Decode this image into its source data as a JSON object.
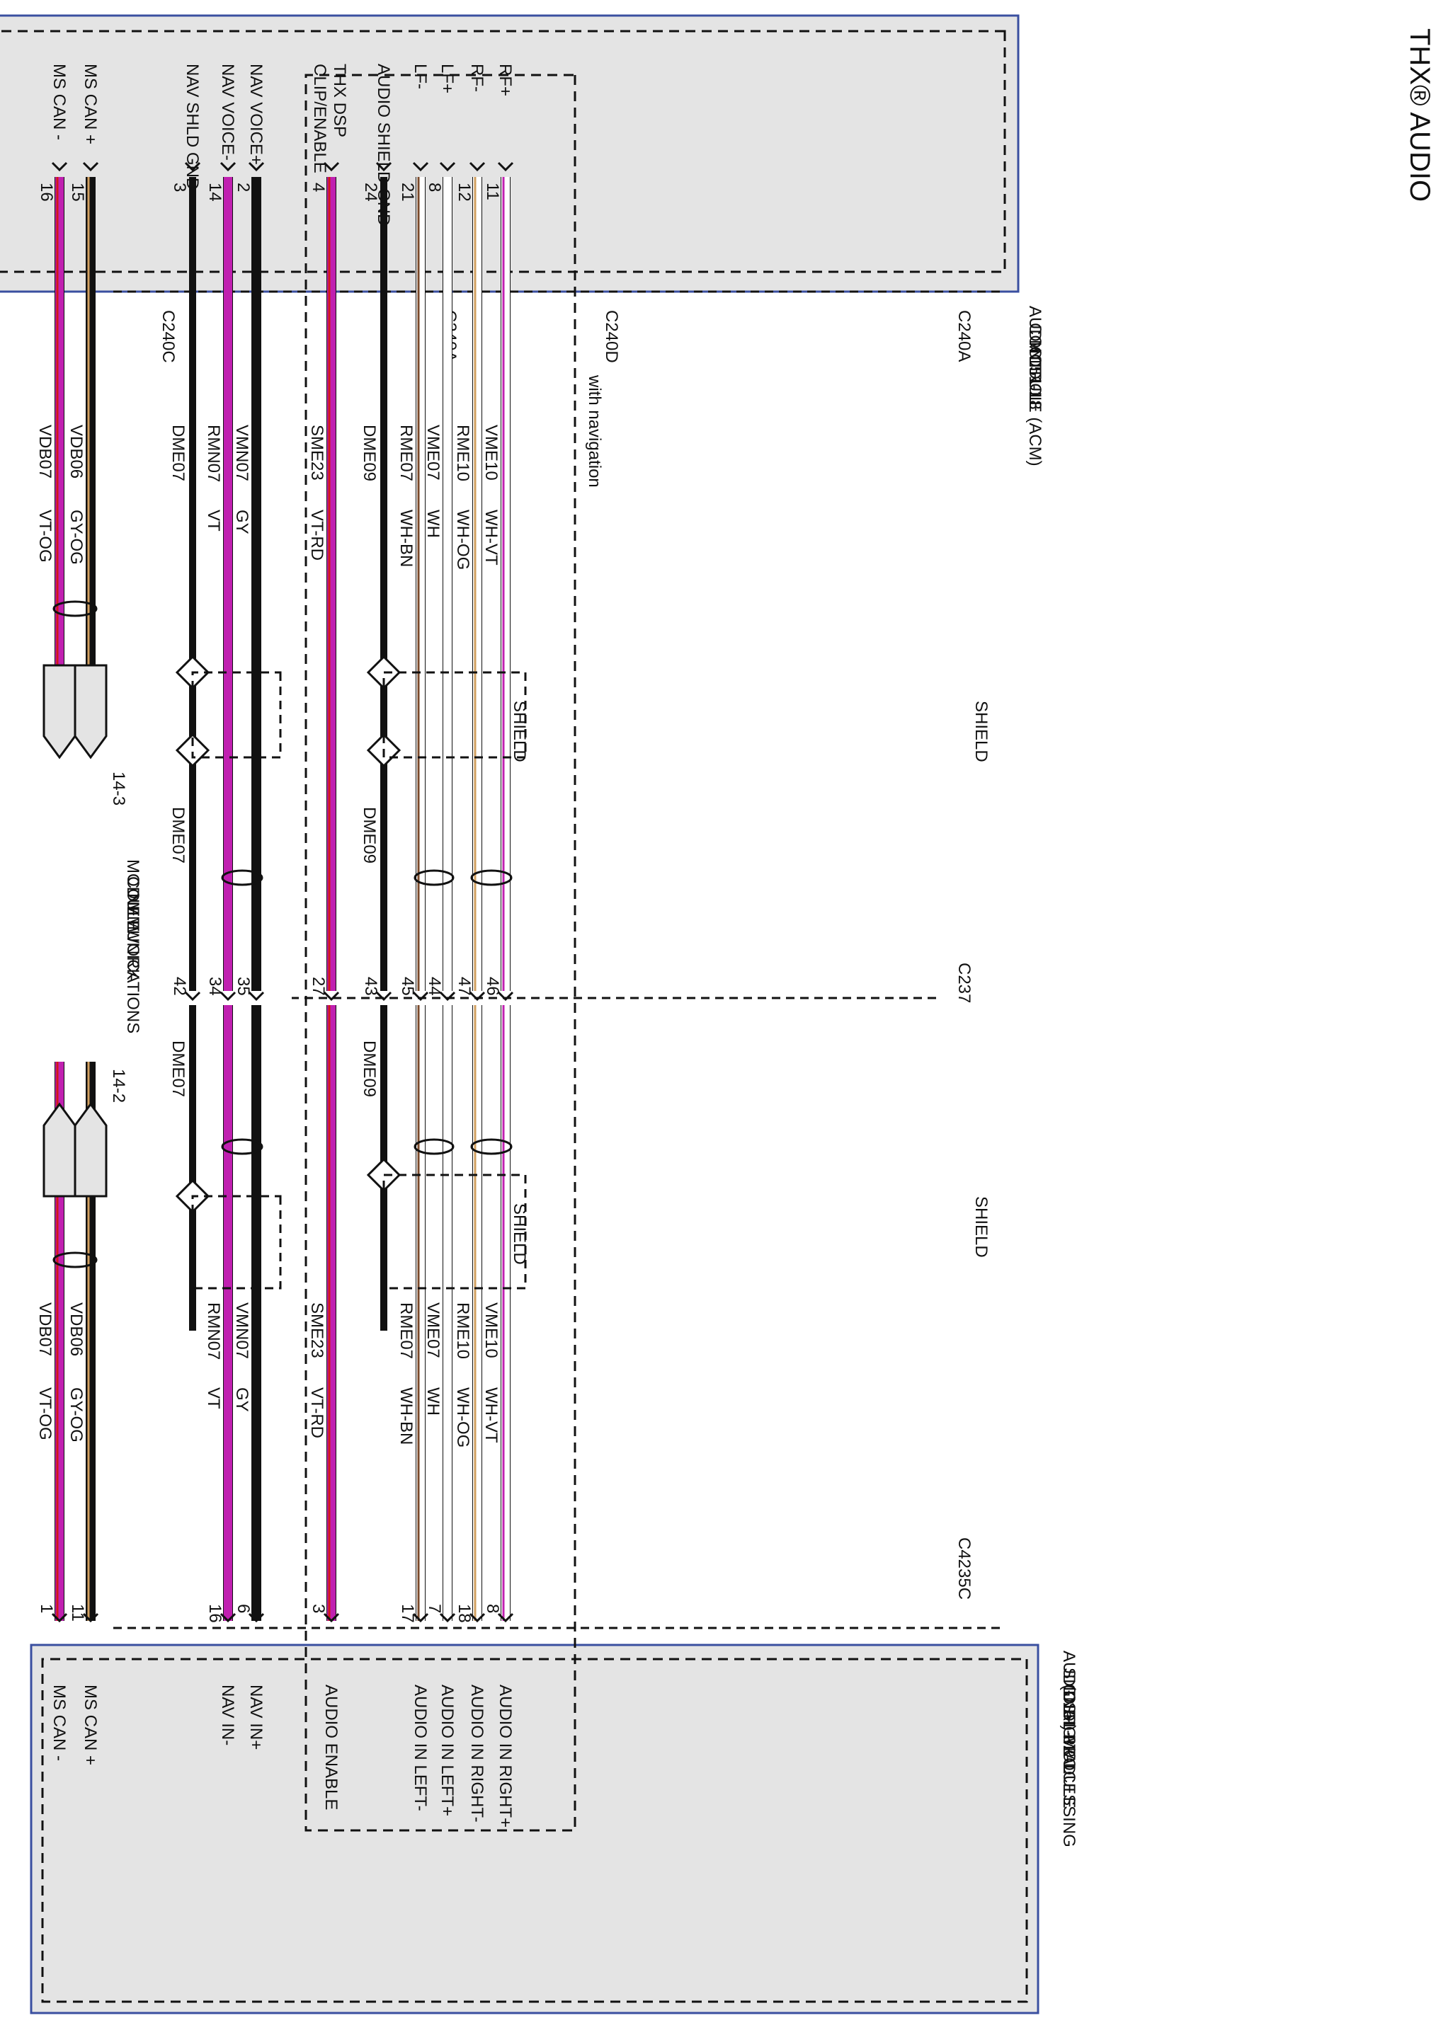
{
  "title": "THX® AUDIO",
  "acm": {
    "name_lines": [
      "AUDIO",
      "CONTROL",
      "MODULE (ACM)",
      "151-18"
    ],
    "pins": [
      {
        "label": "RF+"
      },
      {
        "label": "RF-"
      },
      {
        "label": "LF+"
      },
      {
        "label": "LF-"
      },
      {
        "label": "AUDIO SHIELD GND"
      },
      {
        "label_lines": [
          "THX DSP",
          "CLIP/ENABLE"
        ]
      },
      {
        "label": "NAV VOICE+"
      },
      {
        "label": "NAV VOICE-"
      },
      {
        "label": "NAV SHLD GND"
      },
      {
        "label": "MS CAN +"
      },
      {
        "label": "MS CAN -"
      }
    ]
  },
  "dsp": {
    "name_lines": [
      "AUDIO DIGITAL",
      "SIGNAL PROCESSING",
      "(DSP) MODULE",
      "151-32"
    ],
    "pins": [
      {
        "label": "AUDIO IN RIGHT+"
      },
      {
        "label": "AUDIO IN RIGHT-"
      },
      {
        "label": "AUDIO IN LEFT+"
      },
      {
        "label": "AUDIO IN LEFT-"
      },
      {
        "label": "AUDIO ENABLE"
      },
      {
        "label": "NAV IN+"
      },
      {
        "label": "NAV IN-"
      },
      {
        "label": "MS CAN +"
      },
      {
        "label": "MS CAN -"
      }
    ]
  },
  "connectors": {
    "acm_a": "C240A",
    "acm_d": "C240D",
    "acm_c": "C240C",
    "inline": "C237",
    "dsp": "C4235C",
    "with_navigation": "with navigation",
    "shield": "SHIELD"
  },
  "circuits": [
    {
      "circuit": "VME10",
      "color": "WH-VT",
      "acm_pin": "11",
      "c237_pin": "46",
      "dsp_pin": "8"
    },
    {
      "circuit": "RME10",
      "color": "WH-OG",
      "acm_pin": "12",
      "c237_pin": "47",
      "dsp_pin": "18"
    },
    {
      "circuit": "VME07",
      "color": "WH",
      "acm_pin": "8",
      "c237_pin": "44",
      "dsp_pin": "7"
    },
    {
      "circuit": "RME07",
      "color": "WH-BN",
      "acm_pin": "21",
      "c237_pin": "45",
      "dsp_pin": "17"
    },
    {
      "circuit": "DME09",
      "acm_pin": "24",
      "c237_pin": "43"
    },
    {
      "circuit": "SME23",
      "color": "VT-RD",
      "acm_pin": "4",
      "c237_pin": "27",
      "dsp_pin": "3"
    },
    {
      "circuit": "VMN07",
      "color": "GY",
      "acm_pin": "2",
      "c237_pin": "35",
      "dsp_pin": "6"
    },
    {
      "circuit": "RMN07",
      "color": "VT",
      "acm_pin": "14",
      "c237_pin": "34",
      "dsp_pin": "16"
    },
    {
      "circuit": "DME07",
      "acm_pin": "3",
      "c237_pin": "42"
    },
    {
      "circuit": "VDB06",
      "color": "GY-OG",
      "acm_pin": "15",
      "dsp_pin": "11"
    },
    {
      "circuit": "VDB07",
      "color": "VT-OG",
      "acm_pin": "16",
      "dsp_pin": "1"
    }
  ],
  "network": {
    "ref_left": "14-3",
    "ref_right": "14-2",
    "label_lines": [
      "MODULE",
      "COMMUNICATIONS",
      "NETWORK"
    ]
  },
  "wire_colors": {
    "white": "#ffffff",
    "violet": "#c020b0",
    "black": "#111111",
    "gray": "#8a8a8a",
    "orange": "#d2a060",
    "brown": "#7a4a2a",
    "red": "#d01818",
    "module_fill": "#e4e4e4",
    "module_border": "#3a4fa0"
  }
}
